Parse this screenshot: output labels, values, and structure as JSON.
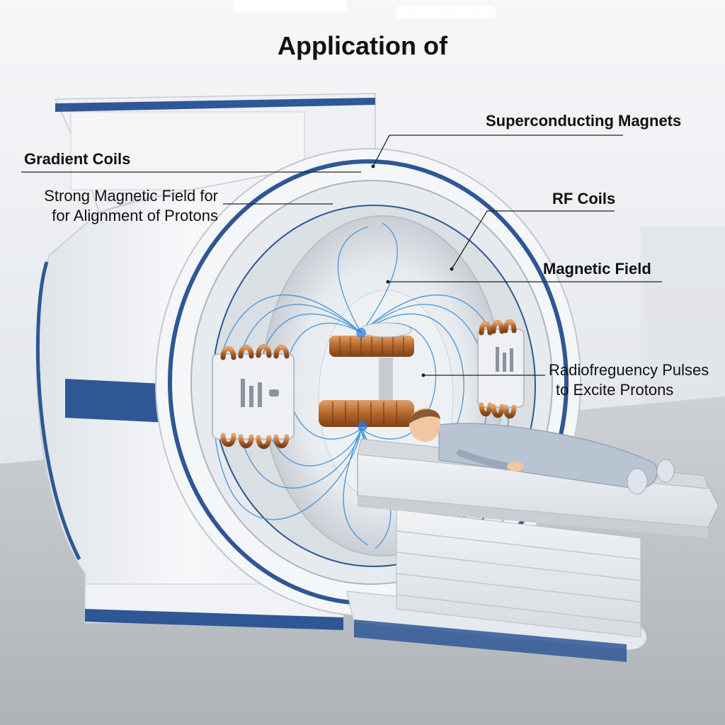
{
  "title": "Application of",
  "labels": {
    "superconducting_magnets": "Superconducting Magnets",
    "gradient_coils": "Gradient Coils",
    "strong_field_line1": "Strong Magnetic Field for",
    "strong_field_line2": "for Alignment of Protons",
    "rf_coils": "RF Coils",
    "magnetic_field": "Magnetic Field",
    "rf_pulses_line1": "Radiofreguency Pulses",
    "rf_pulses_line2": "to Excite Protons"
  },
  "colors": {
    "accent_blue": "#2f5796",
    "scanner_white": "#f2f4f6",
    "floor": "#c3c7cc",
    "coil_copper": "#b4662a",
    "field_line": "#3a8fd6",
    "scrubs": "#b9c4d2"
  }
}
